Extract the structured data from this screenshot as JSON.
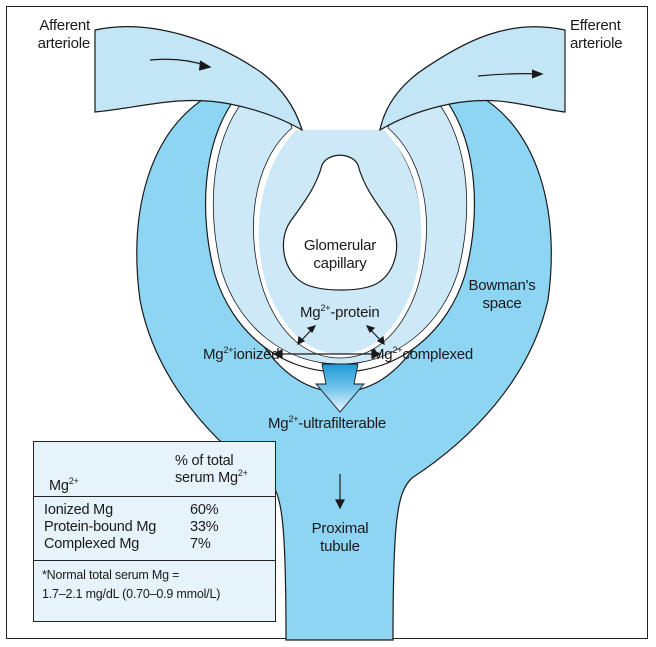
{
  "labels": {
    "afferent": [
      "Afferent",
      "arteriole"
    ],
    "efferent": [
      "Efferent",
      "arteriole"
    ],
    "glomerular": [
      "Glomerular",
      "capillary"
    ],
    "bowmans": [
      "Bowman's",
      "space"
    ],
    "proximal": [
      "Proximal",
      "tubule"
    ],
    "mg_symbol": "Mg",
    "mg_charge": "2+",
    "protein_suffix": "-protein",
    "ionized_suffix": "ionized",
    "complexed_suffix": "complexed",
    "ultrafilterable_suffix": "-ultrafilterable"
  },
  "table": {
    "header_left_symbol": "Mg",
    "header_left_charge": "2+",
    "header_right_line1": "% of total",
    "header_right_line2": "serum Mg",
    "header_right_charge": "2+",
    "rows": [
      {
        "name": "Ionized Mg",
        "pct": "60%"
      },
      {
        "name": "Protein-bound Mg",
        "pct": "33%"
      },
      {
        "name": "Complexed Mg",
        "pct": "7%"
      }
    ],
    "footnote_line1": "*Normal total serum Mg =",
    "footnote_line2": "1.7–2.1 mg/dL (0.70–0.9 mmol/L)"
  },
  "colors": {
    "bowman_fill": "#8ed4f3",
    "capillary_fill": "#cde9f8",
    "arteriole_fill": "#c3e6f7",
    "outline": "#1a1a1a",
    "filter_dark": "#1e9ad6",
    "legend_bg": "#e6f3fa"
  }
}
